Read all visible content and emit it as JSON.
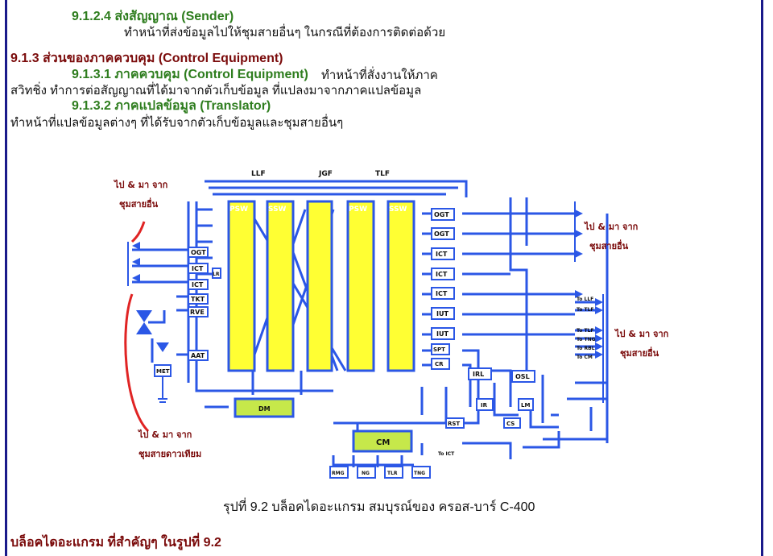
{
  "doc": {
    "h_9124": "9.1.2.4 ส่งสัญญาณ (Sender)",
    "p_9124": "ทำหน้าที่ส่งข้อมูลไปให้ชุมสายอื่นๆ ในกรณีที่ต้องการติดต่อด้วย",
    "h_913": "9.1.3 ส่วนของภาคควบคุม (Control Equipment)",
    "h_9131": "9.1.3.1 ภาคควบคุม (Control Equipment)",
    "p_9131a": "ทำหน้าที่สั่งงานให้ภาค",
    "p_9131b": "สวิทชิ่ง ทำการต่อสัญญาณที่ได้มาจากตัวเก็บข้อมูล ที่แปลงมาจากภาคแปลข้อมูล",
    "h_9132": "9.1.3.2 ภาคแปลข้อมูล (Translator)",
    "p_9132": "ทำหน้าที่แปลข้อมูลต่างๆ ที่ได้รับจากตัวเก็บข้อมูลและชุมสายอื่นๆ",
    "caption": "รุปที่ 9.2 บล็อคไดอะแกรม สมบุรณ์ของ ครอส-บาร์ C-400",
    "footer_heading": "บล็อคไดอะแกรม ที่สำคัญๆ ในรูปที่ 9.2"
  },
  "diagram": {
    "top_labels": [
      "LLF",
      "JGF",
      "TLF"
    ],
    "switch_labels": [
      "PSW",
      "SSW",
      "PSW",
      "SSW"
    ],
    "left_boxes": [
      "OGT",
      "ICT",
      "ICT",
      "TKT",
      "RVE",
      "AAT"
    ],
    "left_small": [
      "LR",
      "MET"
    ],
    "right_boxes": [
      "OGT",
      "OGT",
      "ICT",
      "ICT",
      "ICT",
      "IUT",
      "IUT",
      "SPT",
      "CR"
    ],
    "mid_boxes": [
      "IRL",
      "IR",
      "OSL",
      "LM",
      "RST",
      "CS"
    ],
    "dm_label": "DM",
    "cm_label": "CM",
    "bottom_boxes": [
      "RMG",
      "NG",
      "TLR",
      "TNG"
    ],
    "to_ict": "To ICT",
    "right_small_labels": [
      "To LLF",
      "To TLF",
      "To TLF",
      "To TNG",
      "To RBL",
      "To CM"
    ],
    "left_top_note_1": "ไป & มา จาก",
    "left_top_note_2": "ชุมสายอื่น",
    "right_top_note_1": "ไป & มา จาก",
    "right_top_note_2": "ชุมสายอื่น",
    "right_mid_note_1": "ไป & มา จาก",
    "right_mid_note_2": "ชุมสายอื่น",
    "left_bottom_note_1": "ไป & มา จาก",
    "left_bottom_note_2": "ชุมสายดาวเทียม",
    "colors": {
      "line": "#2b57e6",
      "block": "#ffff33",
      "dm": "#c6e84a",
      "box_fill": "#ffffff",
      "red": "#e02424"
    }
  }
}
